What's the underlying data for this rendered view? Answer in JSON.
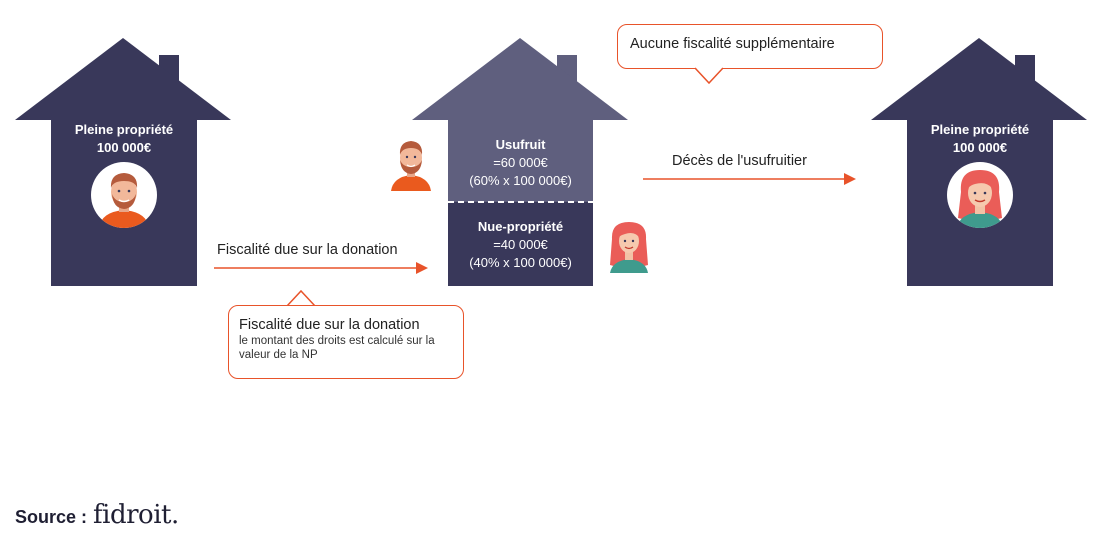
{
  "left_house": {
    "label": "Pleine propriété",
    "value": "100 000€"
  },
  "middle_house": {
    "usufruit": {
      "label": "Usufruit",
      "value": "=60 000€",
      "detail": "(60% x 100 000€)"
    },
    "nue_propriete": {
      "label": "Nue-propriété",
      "value": "=40 000€",
      "detail": "(40% x 100 000€)"
    }
  },
  "right_house": {
    "label": "Pleine propriété",
    "value": "100 000€"
  },
  "arrows": {
    "donation_label": "Fiscalité due sur la donation",
    "deces_label": "Décès de l'usufruitier"
  },
  "bubbles": {
    "top": {
      "text": "Aucune fiscalité supplémentaire"
    },
    "bottom": {
      "title": "Fiscalité due sur la donation",
      "body": "le montant des droits est calculé sur la valeur de la NP"
    }
  },
  "source": {
    "label": "Source :",
    "brand": "fidroit."
  },
  "colors": {
    "house_dark": "#39385a",
    "house_mid": "#5f5f7e",
    "accent_orange": "#e8532a",
    "man_skin": "#f2b89a",
    "man_hair": "#b55b3c",
    "man_shirt": "#ea5a1e",
    "woman_hair": "#ea5d58",
    "woman_shirt": "#3f9b8d"
  },
  "icons": {
    "man": "man-avatar-icon",
    "woman": "woman-avatar-icon"
  }
}
